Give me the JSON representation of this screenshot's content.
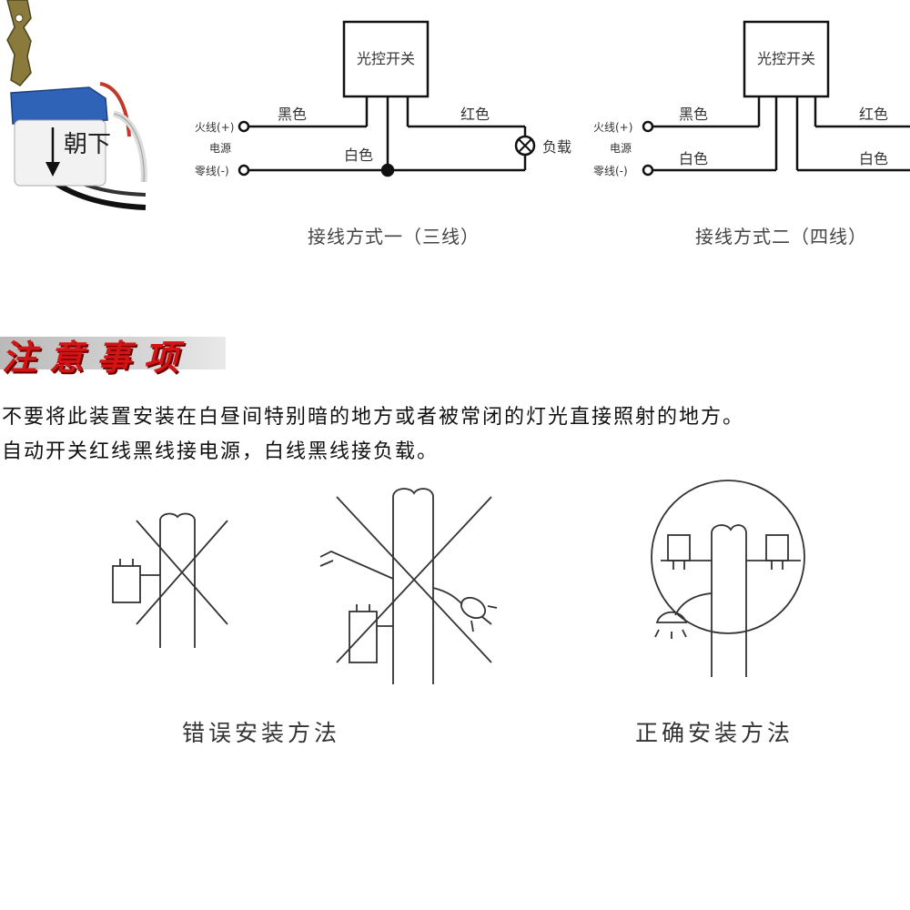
{
  "sensor_photo": {
    "direction_label": "朝下"
  },
  "diagram1": {
    "box_label": "光控开关",
    "live_label": "火线(+)",
    "source_label": "电源",
    "neutral_label": "零线(-)",
    "black_wire": "黑色",
    "white_wire": "白色",
    "red_wire": "红色",
    "load_label": "负载",
    "caption": "接线方式一（三线）"
  },
  "diagram2": {
    "box_label": "光控开关",
    "live_label": "火线(+)",
    "source_label": "电源",
    "neutral_label": "零线(-)",
    "black_wire": "黑色",
    "white_wire_left": "白色",
    "red_wire": "红色",
    "white_wire_right": "白色",
    "caption": "接线方式二（四线）"
  },
  "notes": {
    "title": "注意事项",
    "line1": "不要将此装置安装在白昼间特别暗的地方或者被常闭的灯光直接照射的地方。",
    "line2": "自动开关红线黑线接电源，白线黑线接负载。"
  },
  "installation": {
    "wrong_caption": "错误安装方法",
    "right_caption": "正确安装方法"
  },
  "colors": {
    "banner_text": "#d21414",
    "wire_red": "#c0392b",
    "sensor_blue": "#2f63b8"
  }
}
